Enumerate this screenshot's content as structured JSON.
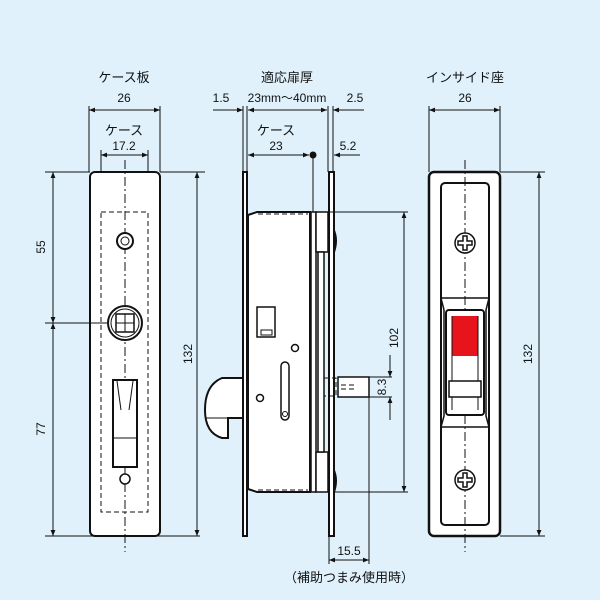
{
  "diagram": {
    "title_views": {
      "case_plate": "ケース板",
      "door_thickness": "適応扉厚",
      "inside_seat": "インサイド座"
    },
    "case_plate_view": {
      "plate_width": "26",
      "case_label": "ケース",
      "case_width": "17.2",
      "upper_height": "55",
      "lower_height": "77",
      "total_height": "132"
    },
    "side_view": {
      "left_offset": "1.5",
      "door_range": "23mm〜40mm",
      "right_offset": "2.5",
      "case_label": "ケース",
      "case_depth": "23",
      "right_depth": "5.2",
      "body_height": "102",
      "knob_size": "8.3",
      "knob_projection": "15.5",
      "note": "（補助つまみ使用時）"
    },
    "inside_seat_view": {
      "width": "26",
      "height": "132",
      "indicator_color": "#e8141c"
    },
    "colors": {
      "background": "#e0f1fb",
      "line": "#111111",
      "fill": "#ffffff"
    }
  }
}
